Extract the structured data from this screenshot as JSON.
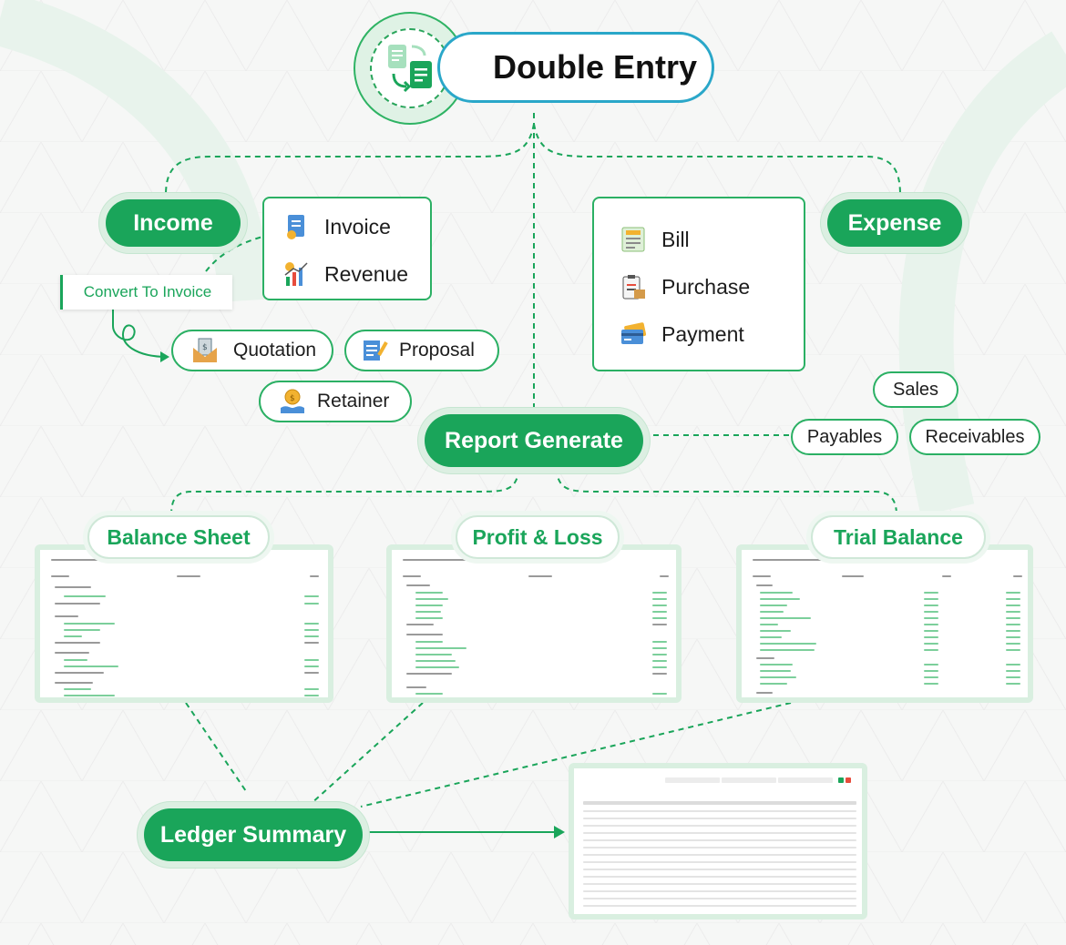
{
  "title": "Double Entry",
  "nodes": {
    "income": "Income",
    "expense": "Expense",
    "report": "Report Generate",
    "ledger": "Ledger Summary",
    "convert": "Convert To Invoice"
  },
  "income_items": [
    "Invoice",
    "Revenue"
  ],
  "expense_items": [
    "Bill",
    "Purchase",
    "Payment"
  ],
  "sales_items": [
    "Quotation",
    "Proposal",
    "Retainer"
  ],
  "report_types": [
    "Sales",
    "Payables",
    "Receivables"
  ],
  "statements": {
    "balance": "Balance Sheet",
    "pl": "Profit & Loss",
    "trial": "Trial Balance"
  },
  "colors": {
    "green": "#1aa55a",
    "accent_blue": "#2aa7c9"
  }
}
